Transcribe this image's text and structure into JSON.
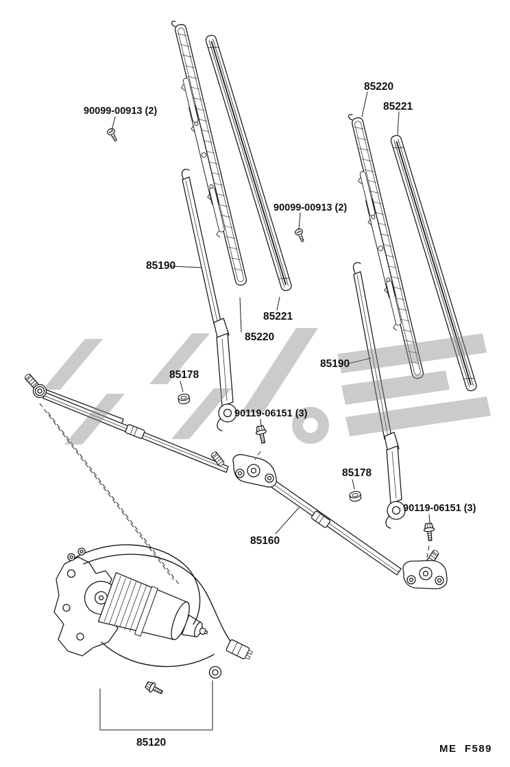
{
  "page": {
    "background": "#ffffff",
    "line_color": "#1a1a1a",
    "watermark_color": "#8c8c8c"
  },
  "figure": {
    "code": "ME  F589"
  },
  "part_labels": [
    {
      "text": "90099-00913 (2)",
      "part": "wiper-arm-set-screw",
      "location": "upper-left"
    },
    {
      "text": "85220",
      "part": "wiper-blade-assembly",
      "location": "upper-right"
    },
    {
      "text": "85221",
      "part": "wiper-blade-rubber",
      "location": "upper-right"
    },
    {
      "text": "90099-00913 (2)",
      "part": "wiper-arm-set-screw",
      "location": "center"
    },
    {
      "text": "85190",
      "part": "wiper-arm",
      "location": "left"
    },
    {
      "text": "85221",
      "part": "wiper-blade-rubber",
      "location": "center-left"
    },
    {
      "text": "85220",
      "part": "wiper-blade-assembly",
      "location": "center-left"
    },
    {
      "text": "85178",
      "part": "wiper-pivot-cap",
      "location": "left"
    },
    {
      "text": "85190",
      "part": "wiper-arm",
      "location": "right"
    },
    {
      "text": "90119-06151 (3)",
      "part": "wiper-pivot-bolt",
      "location": "center"
    },
    {
      "text": "85178",
      "part": "wiper-pivot-cap",
      "location": "right"
    },
    {
      "text": "90119-06151 (3)",
      "part": "wiper-pivot-bolt",
      "location": "right"
    },
    {
      "text": "85160",
      "part": "wiper-link-assembly",
      "location": "center-bottom"
    },
    {
      "text": "85120",
      "part": "wiper-motor-assembly",
      "location": "bottom-left"
    }
  ]
}
